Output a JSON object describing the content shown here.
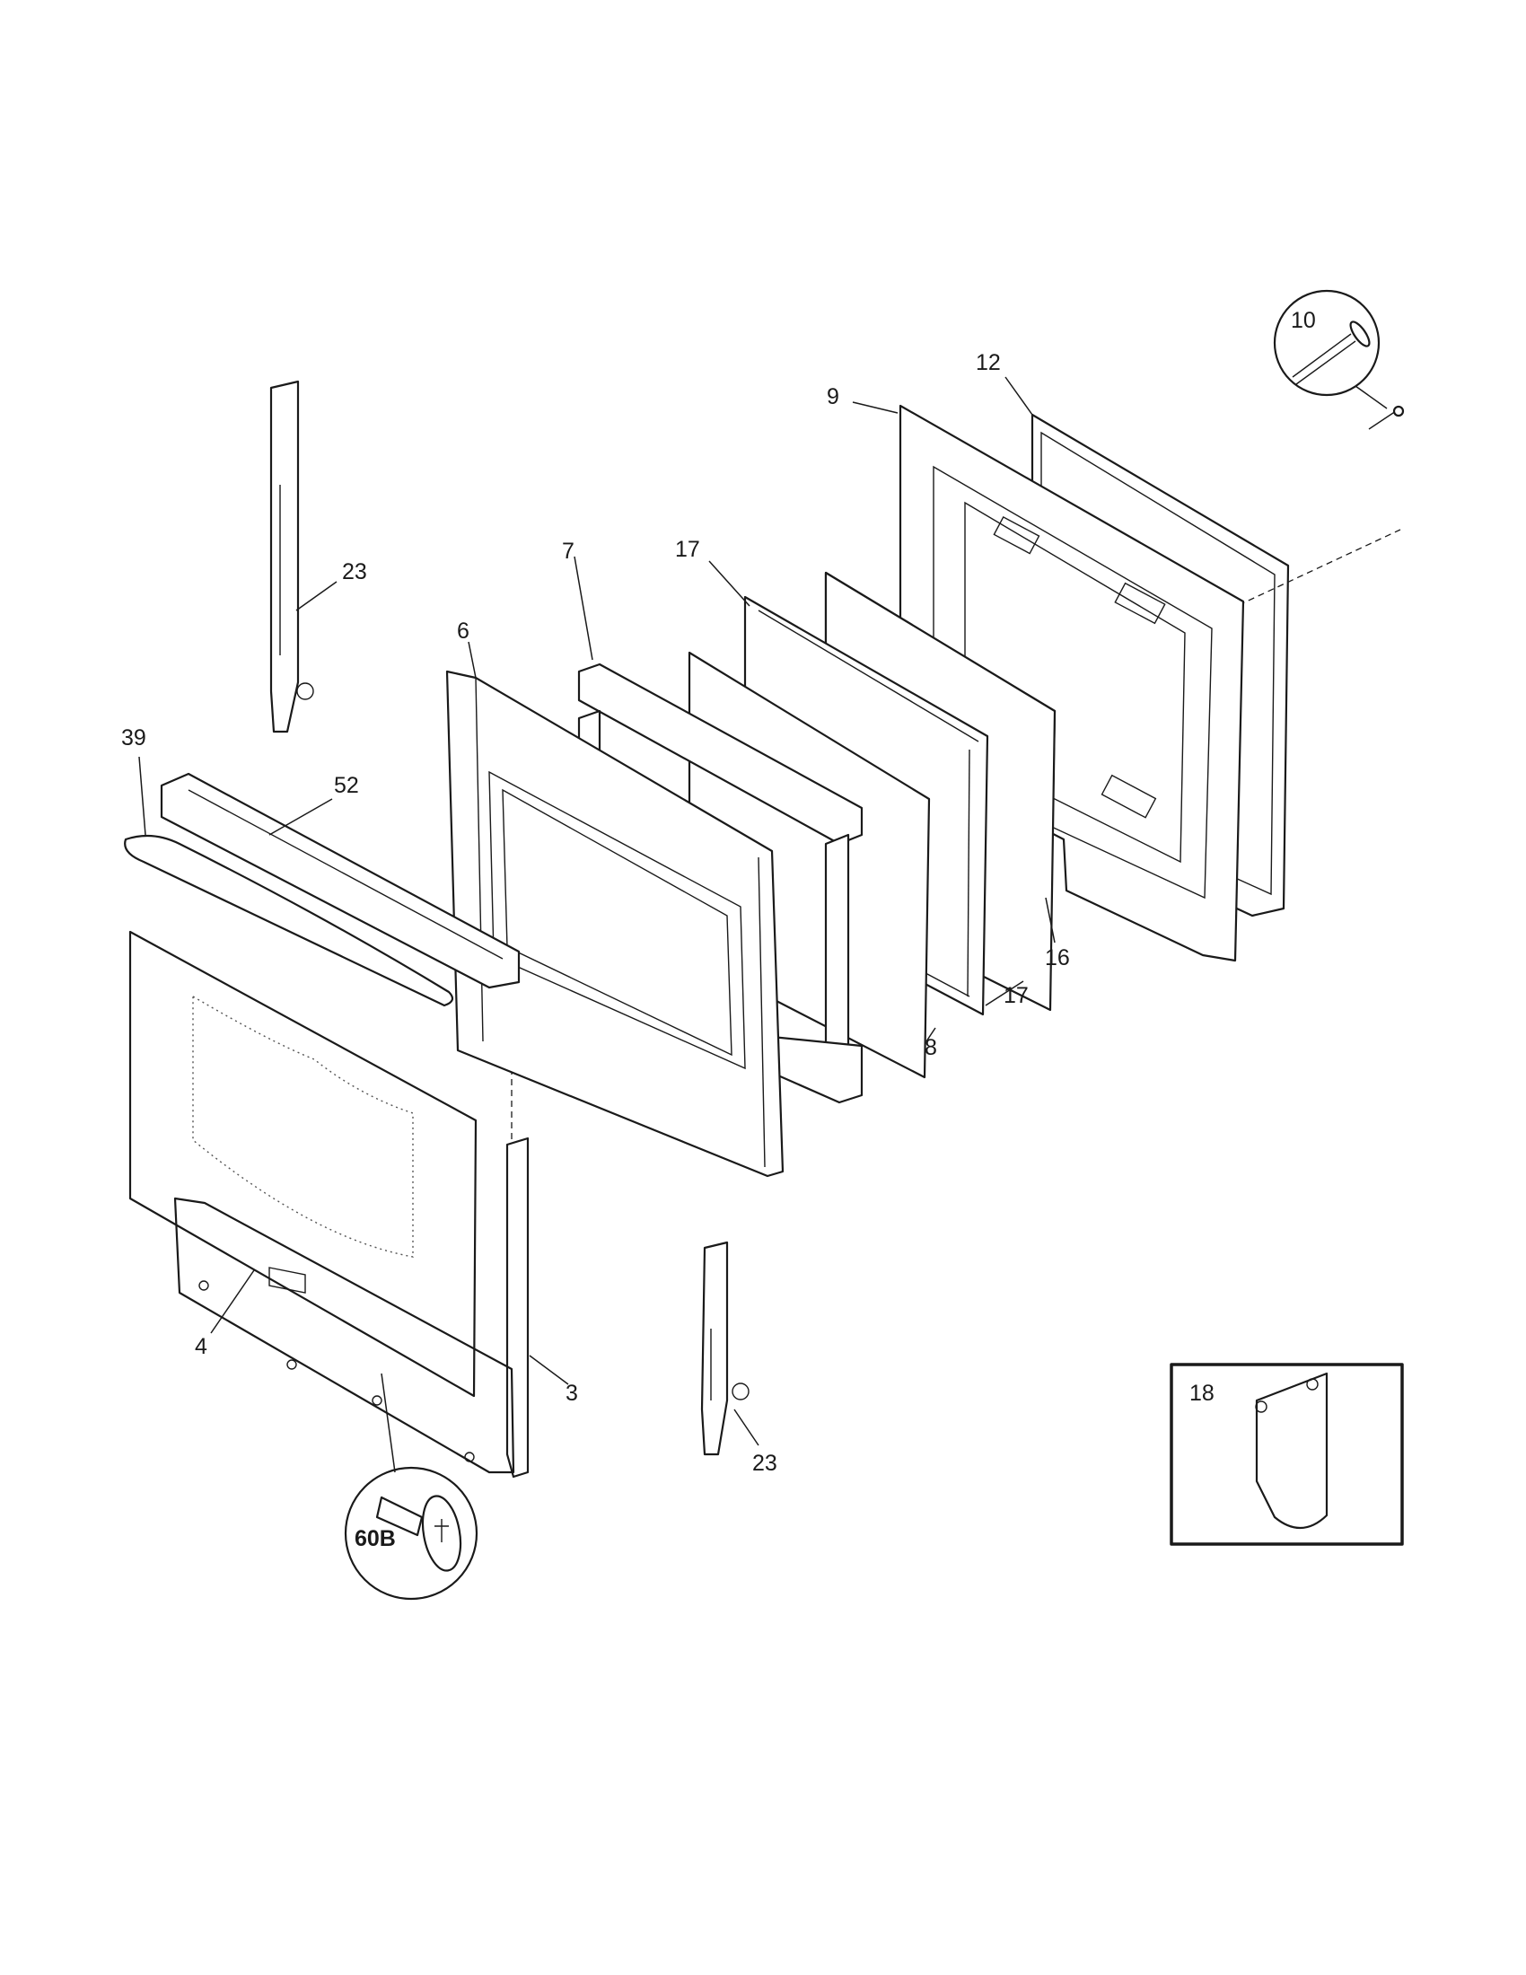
{
  "labels": {
    "l12": "12",
    "l9": "9",
    "l10": "10",
    "l23a": "23",
    "l7": "7",
    "l17a": "17",
    "l6": "6",
    "l39": "39",
    "l52": "52",
    "l16": "16",
    "l17b": "17",
    "l8": "8",
    "l4": "4",
    "l3": "3",
    "l23b": "23",
    "l18": "18",
    "l60b": "60B"
  },
  "colors": {
    "line": "#1a1a1a",
    "background": "#ffffff"
  }
}
